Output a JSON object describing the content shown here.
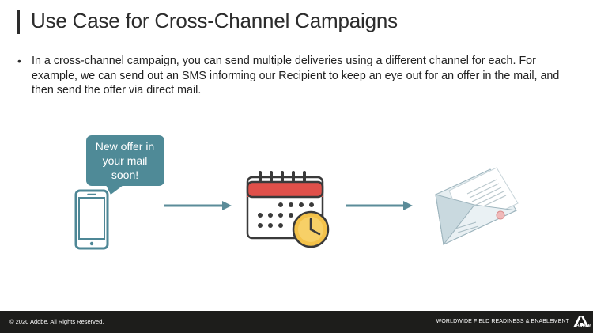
{
  "slide": {
    "title": "Use Case for Cross-Channel Campaigns",
    "bullet": "In a cross-channel campaign, you can send multiple deliveries using a different channel for each. For example, we can send out an SMS informing our Recipient to keep an eye out for an offer in the mail, and then send the offer via direct mail."
  },
  "illustration": {
    "sms_bubble": {
      "line1": "New offer in",
      "line2": "your mail",
      "line3": "soon!"
    },
    "icons": [
      "mobile-phone-icon",
      "calendar-clock-icon",
      "envelope-letter-icon"
    ],
    "colors": {
      "teal": "#4e8796",
      "bubble": "#4f8a97",
      "calendar_red": "#d9534f",
      "clock_yellow": "#f5c64a",
      "dark": "#3a3a3a"
    }
  },
  "footer": {
    "copyright": "© 2020 Adobe. All Rights Reserved.",
    "program": "WORLDWIDE FIELD READINESS & ENABLEMENT",
    "brand": "Adobe"
  }
}
